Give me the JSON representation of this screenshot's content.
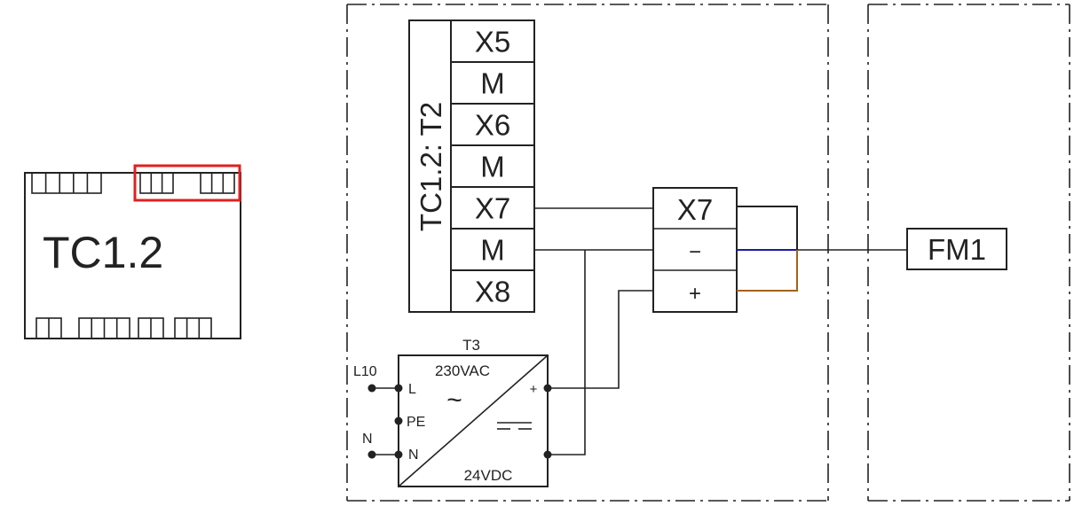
{
  "controller": {
    "label": "TC1.2"
  },
  "terminal_block": {
    "vertical_label": "TC1.2: T2",
    "terminals": [
      "X5",
      "M",
      "X6",
      "M",
      "X7",
      "M",
      "X8"
    ]
  },
  "terminal_box": {
    "terminals": [
      "X7",
      "−",
      "+"
    ]
  },
  "power_supply": {
    "designator": "T3",
    "input_label": "230VAC",
    "output_label": "24VDC",
    "ac_symbol": "~",
    "dc_symbol": "==",
    "pins": {
      "l": "L",
      "pe": "PE",
      "n": "N",
      "plus": "+"
    }
  },
  "supply_lines": {
    "line": "L10",
    "neutral": "N"
  },
  "device": {
    "label": "FM1"
  },
  "colors": {
    "highlight_box": "#e02020",
    "wire_black": "#222222",
    "wire_blue": "#1a1aa6",
    "wire_brown": "#a4621a"
  }
}
